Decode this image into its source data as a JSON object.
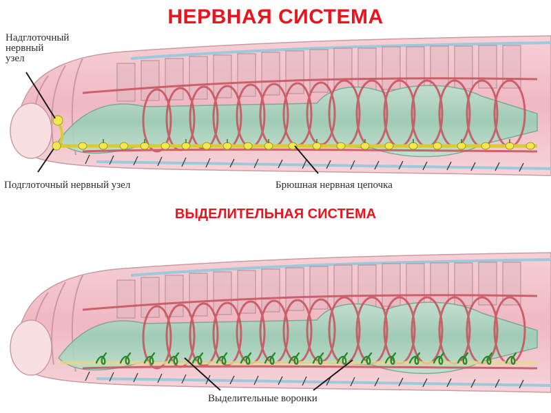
{
  "nervous": {
    "title": "НЕРВНАЯ СИСТЕМА",
    "labels": {
      "supraesophageal": "Надглоточный\nнервный\nузел",
      "subesophageal": "Подглоточный нервный узел",
      "ventral_cord": "Брюшная нервная цепочка"
    }
  },
  "excretory": {
    "title": "ВЫДЕЛИТЕЛЬНАЯ СИСТЕМА",
    "labels": {
      "funnels": "Выделительные воронки"
    }
  },
  "colors": {
    "title": "#e8141e",
    "body": "#f2c4cc",
    "gut": "#a8d8c0",
    "vessels": "#c8505a",
    "nerve": "#e8e040",
    "nephridia": "#2a8a2a"
  }
}
